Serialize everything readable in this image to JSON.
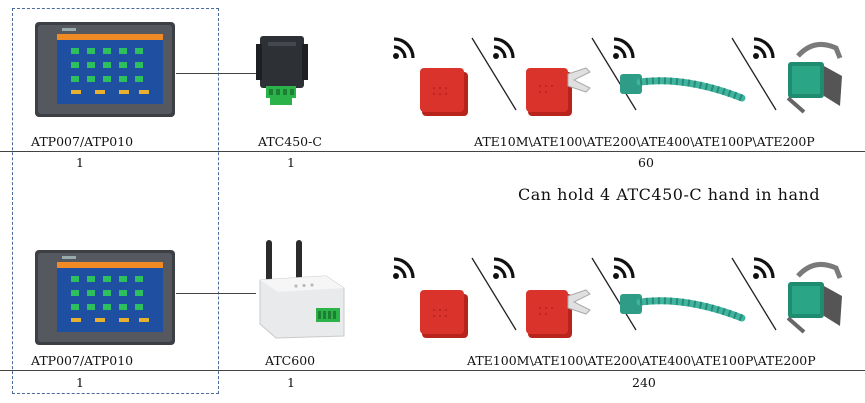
{
  "rows": [
    {
      "screen_label": "ATP007/ATP010",
      "screen_count": "1",
      "gateway_label": "ATC450-C",
      "gateway_count": "1",
      "sensors_label": "ATE10M\\ATE100\\ATE200\\ATE400\\ATE100P\\ATE200P",
      "sensors_count": "60"
    },
    {
      "screen_label": "ATP007/ATP010",
      "screen_count": "1",
      "gateway_label": "ATC600",
      "gateway_count": "1",
      "sensors_label": "ATE100M\\ATE100\\ATE200\\ATE400\\ATE100P\\ATE200P",
      "sensors_count": "240"
    }
  ],
  "note": "Can hold 4 ATC450-C hand in hand",
  "icons": {
    "screen": "hmi-touch-screen-icon",
    "gateway_1": "atc450-c-module-icon",
    "gateway_2": "atc600-wireless-gateway-icon",
    "wireless": "wifi-signal-icon",
    "sensor_box": "red-sensor-box-icon",
    "sensor_fork": "red-fork-sensor-icon",
    "sensor_strap": "green-strap-sensor-icon",
    "sensor_clamp": "clamp-sensor-icon"
  },
  "colors": {
    "sensor_red": "#d9332b",
    "strap_green": "#3fb5a0",
    "terminal_green": "#2bb34a",
    "dash_border": "#4a6a9a"
  }
}
